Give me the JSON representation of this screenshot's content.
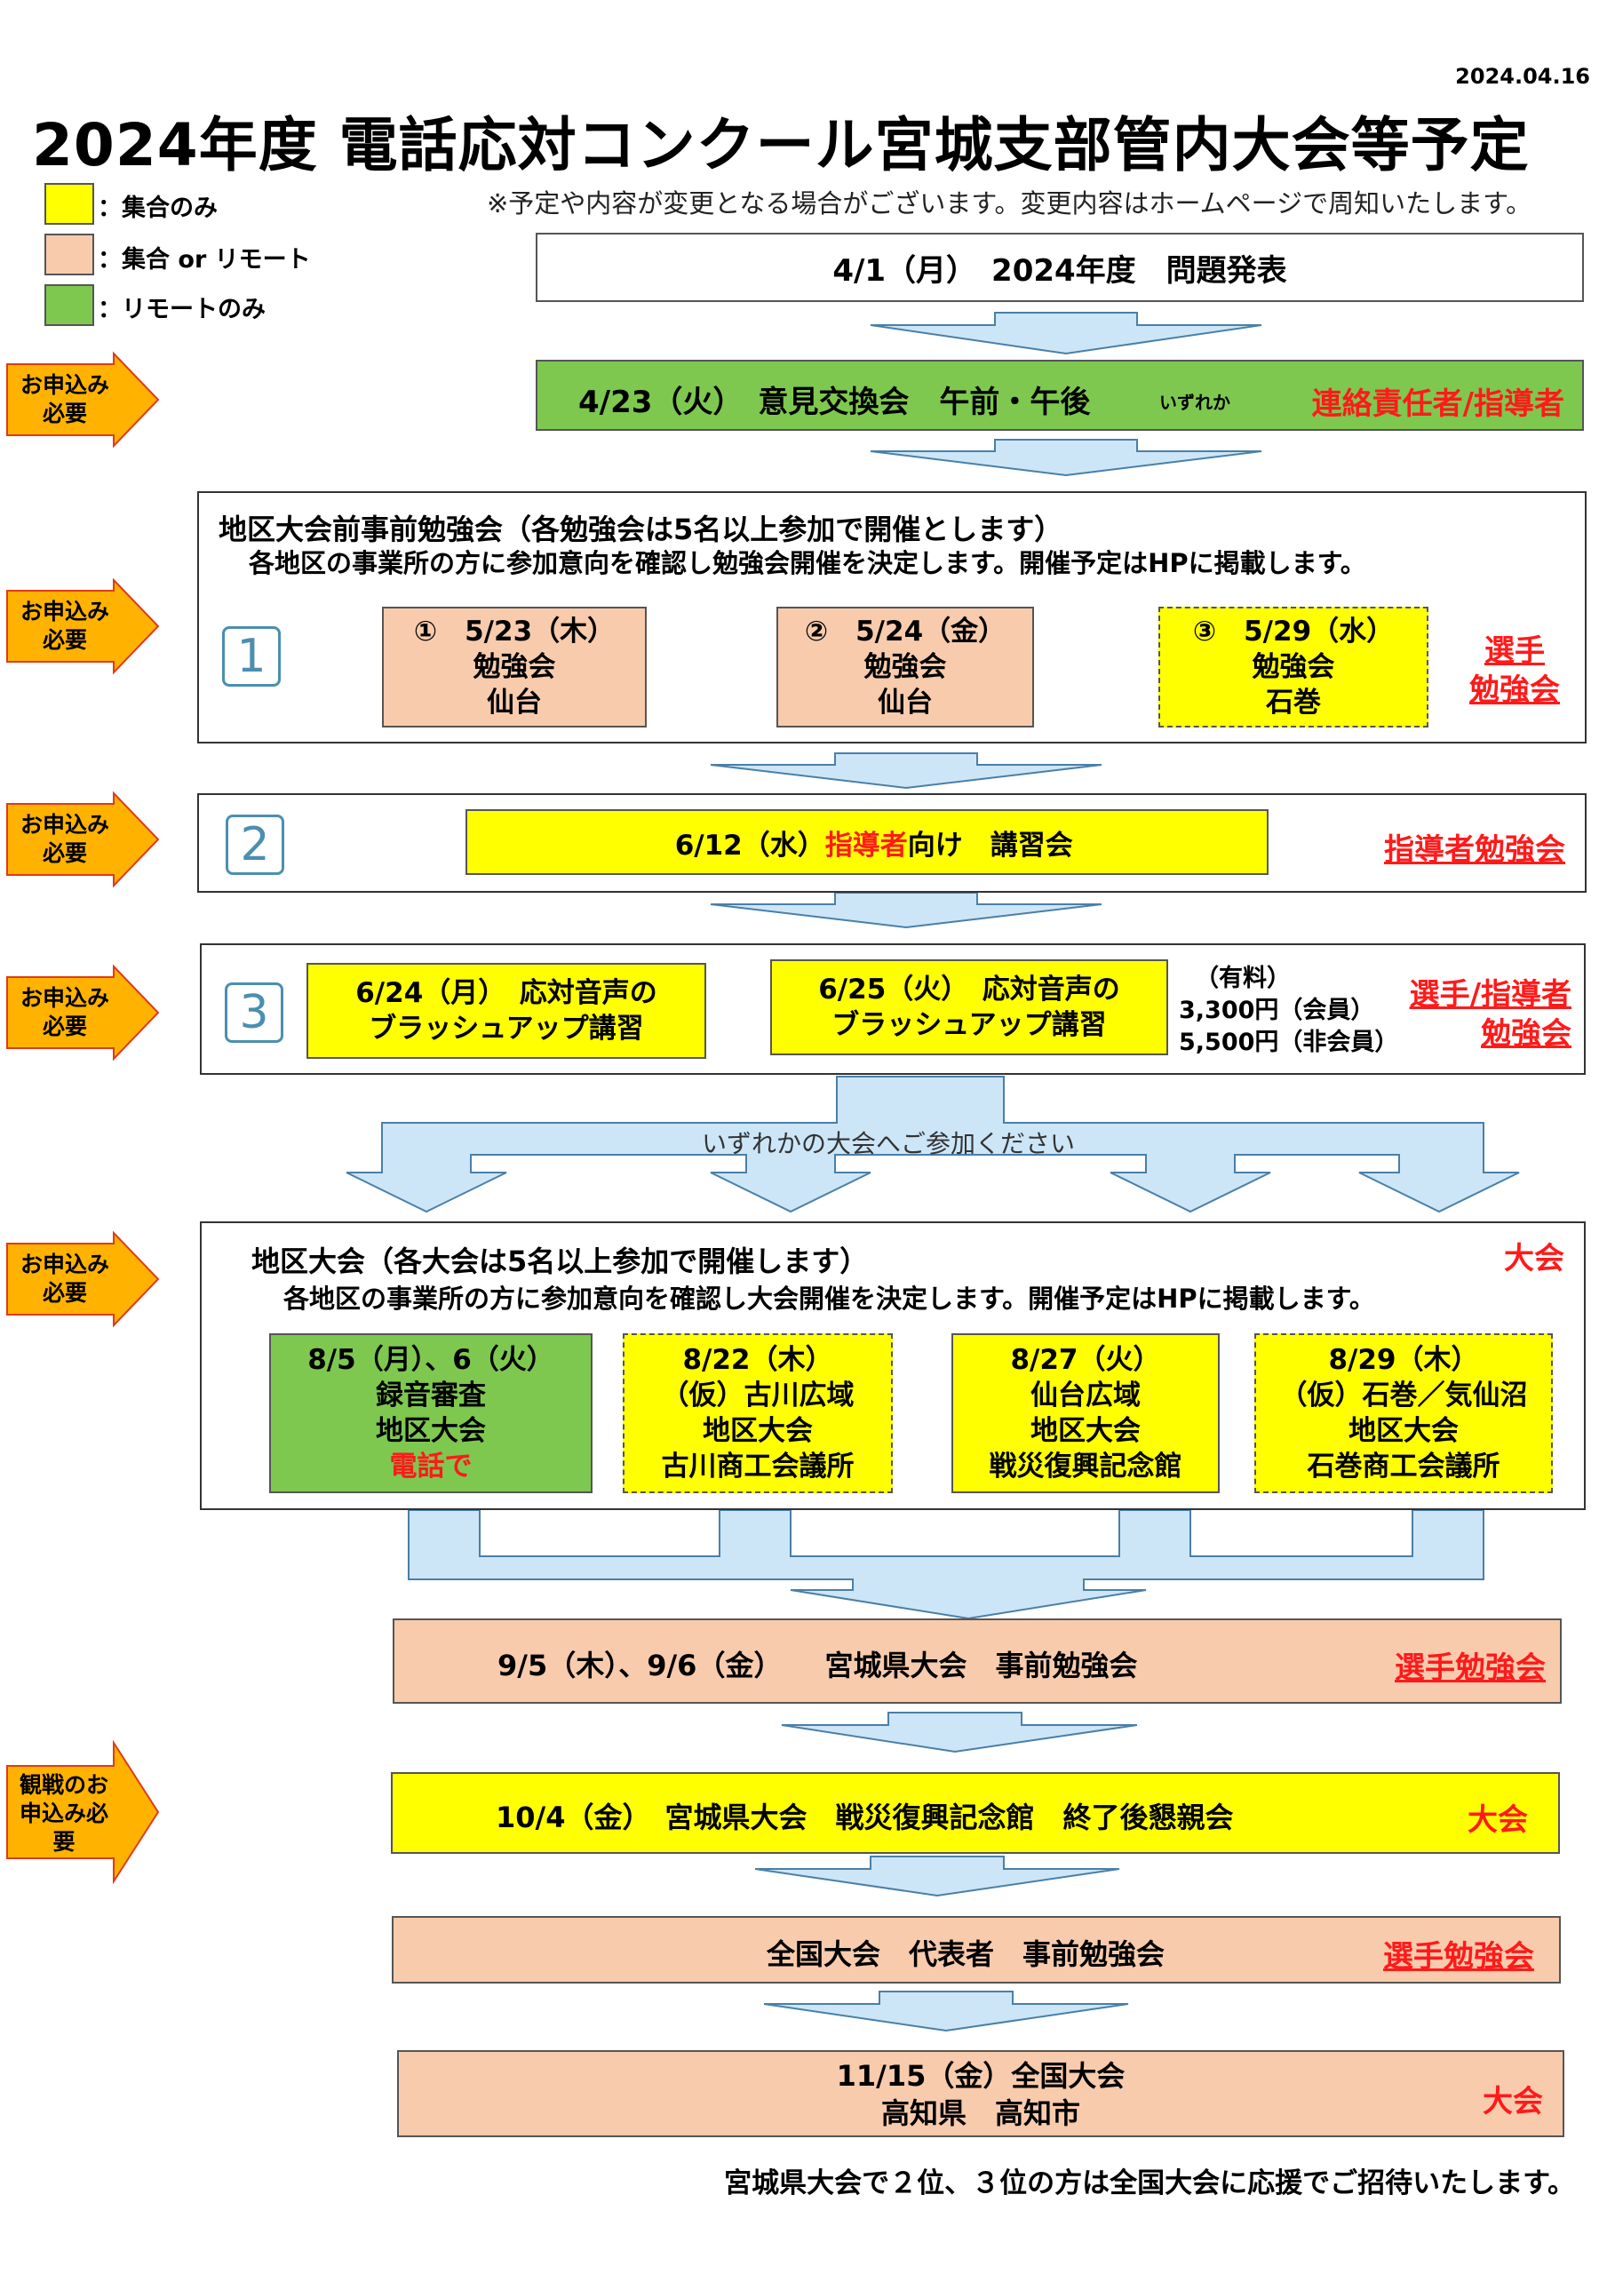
{
  "header": {
    "date": "2024.04.16",
    "title": "2024年度 電話応対コンクール宮城支部管内大会等予定",
    "note": "※予定や内容が変更となる場合がございます。変更内容はホームページで周知いたします。"
  },
  "legend": [
    {
      "label": "：集合のみ",
      "color": "#ffff00"
    },
    {
      "label": "：集合 or リモート",
      "color": "#f8cbad"
    },
    {
      "label": "：リモートのみ",
      "color": "#7ec850"
    }
  ],
  "apply_label": "お申込み必要",
  "spectator_apply_label": "観戦のお申込み必要",
  "steps": {
    "announce": "4/1（月）　2024年度　問題発表",
    "exchange": {
      "main": "4/23（火）　意見交換会　午前・午後",
      "small": "いずれか",
      "tag": "連絡責任者/指導者"
    },
    "study1": {
      "title": "地区大会前事前勉強会（各勉強会は5名以上参加で開催とします）",
      "sub": "各地区の事業所の方に参加意向を確認し勉強会開催を決定します。開催予定はHPに掲載します。",
      "num": "1",
      "tag1": "選手",
      "tag2": "勉強会",
      "sessions": [
        {
          "l1": "①　5/23（木）",
          "l2": "勉強会",
          "l3": "仙台"
        },
        {
          "l1": "②　5/24（金）",
          "l2": "勉強会",
          "l3": "仙台"
        },
        {
          "l1": "③　5/29（水）",
          "l2": "勉強会",
          "l3": "石巻"
        }
      ]
    },
    "study2": {
      "num": "2",
      "date": "6/12（水）　",
      "red": "指導者",
      "rest": "向け　講習会",
      "tag": "指導者勉強会"
    },
    "study3": {
      "num": "3",
      "s1l1": "6/24（月）　応対音声の",
      "s1l2": "ブラッシュアップ講習",
      "s2l1": "6/25（火）　応対音声の",
      "s2l2": "ブラッシュアップ講習",
      "fee1": "（有料）",
      "fee2": "3,300円（会員）",
      "fee3": "5,500円（非会員）",
      "tag1": "選手/指導者",
      "tag2": "勉強会"
    },
    "choose": "いずれかの大会へご参加ください",
    "district": {
      "title": "地区大会（各大会は5名以上参加で開催します）",
      "sub": "各地区の事業所の方に参加意向を確認し大会開催を決定します。開催予定はHPに掲載します。",
      "tag": "大会",
      "events": [
        {
          "l1": "8/5（月）、6（火）",
          "l2": "録音審査",
          "l3": "地区大会",
          "l4": "電話で"
        },
        {
          "l1": "8/22（木）",
          "l2": "（仮）古川広域",
          "l3": "地区大会",
          "l4": "古川商工会議所"
        },
        {
          "l1": "8/27（火）",
          "l2": "仙台広域",
          "l3": "地区大会",
          "l4": "戦災復興記念館"
        },
        {
          "l1": "8/29（木）",
          "l2": "（仮）石巻／気仙沼",
          "l3": "地区大会",
          "l4": "石巻商工会議所"
        }
      ]
    },
    "pref_study": {
      "text": "9/5（木）、9/6（金）　　宮城県大会　事前勉強会",
      "tag": "選手勉強会"
    },
    "pref": {
      "text": "10/4（金）　宮城県大会　戦災復興記念館　終了後懇親会",
      "tag": "大会"
    },
    "nat_study": {
      "text": "全国大会　代表者　事前勉強会",
      "tag": "選手勉強会"
    },
    "national": {
      "l1": "11/15（金）全国大会",
      "l2": "高知県　高知市",
      "tag": "大会"
    }
  },
  "footer": "宮城県大会で２位、３位の方は全国大会に応援でご招待いたします。"
}
